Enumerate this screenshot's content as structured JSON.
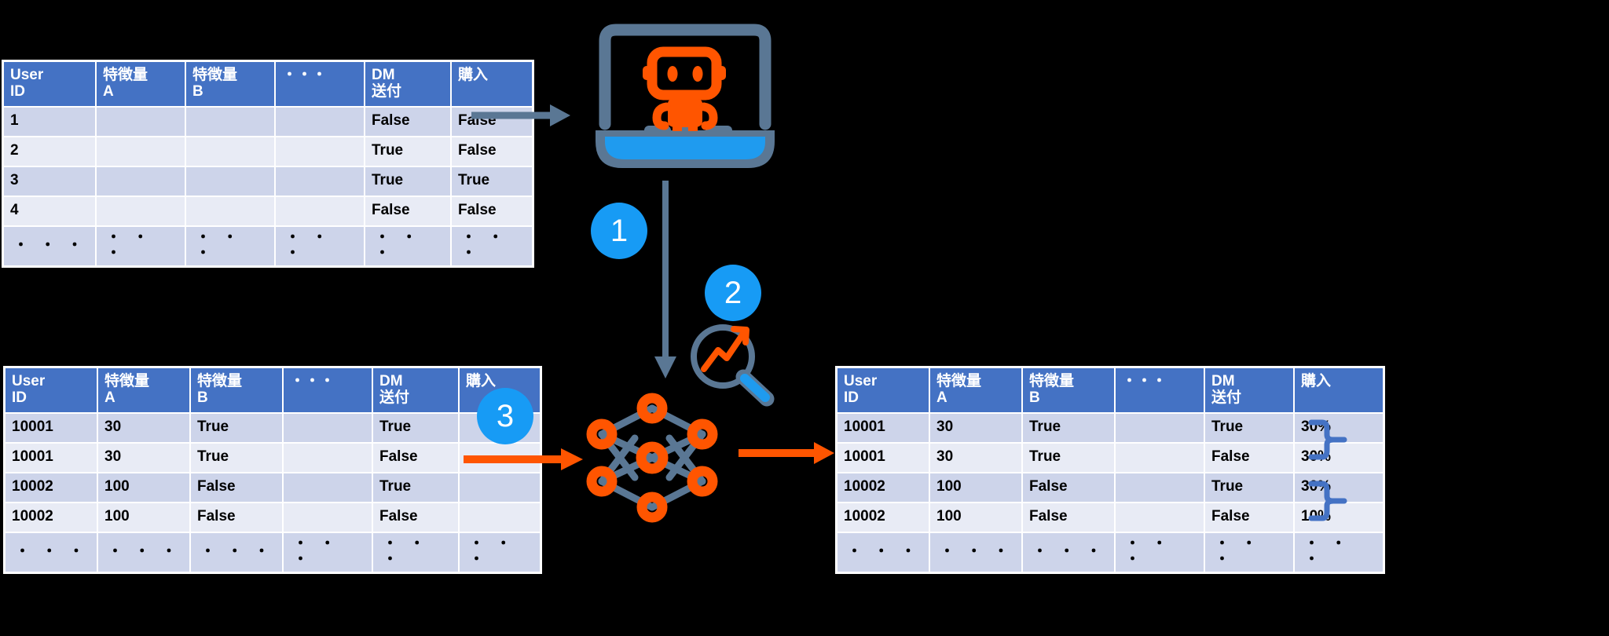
{
  "palette": {
    "background": "#000000",
    "header_blue": "#4472C4",
    "row_odd": "#CDD4EA",
    "row_even": "#E8EBF5",
    "accent_orange": "#FF5500",
    "accent_blue": "#179BF5",
    "slate": "#5A7794",
    "true_blue": "#0B57D0",
    "false_red": "#FF0000",
    "bracket_blue": "#4472C4"
  },
  "tables": {
    "source": {
      "name": "source-data-table",
      "columns": [
        "User\nID",
        "特徴量\nA",
        "特徴量\nB",
        "・・・",
        "DM\n送付",
        "購入"
      ],
      "rows": [
        {
          "cells": [
            "1",
            "",
            "",
            "",
            "False",
            "False"
          ],
          "styles": [
            "",
            "",
            "",
            "",
            "",
            ""
          ]
        },
        {
          "cells": [
            "2",
            "",
            "",
            "",
            "True",
            "False"
          ],
          "styles": [
            "",
            "",
            "",
            "",
            "",
            ""
          ]
        },
        {
          "cells": [
            "3",
            "",
            "",
            "",
            "True",
            "True"
          ],
          "styles": [
            "",
            "",
            "",
            "",
            "",
            ""
          ]
        },
        {
          "cells": [
            "4",
            "",
            "",
            "",
            "False",
            "False"
          ],
          "styles": [
            "",
            "",
            "",
            "",
            "",
            ""
          ]
        },
        {
          "cells": [
            "・ ・ ・",
            "・ ・ ・",
            "・ ・ ・",
            "・ ・ ・",
            "・ ・ ・",
            "・ ・ ・"
          ],
          "styles": [
            "",
            "",
            "",
            "",
            "",
            ""
          ]
        }
      ]
    },
    "counterfactual": {
      "name": "counterfactual-input-table",
      "columns": [
        "User\nID",
        "特徴量\nA",
        "特徴量\nB",
        "・・・",
        "DM\n送付",
        "購入"
      ],
      "rows": [
        {
          "cells": [
            "10001",
            "30",
            "True",
            "",
            "True",
            ""
          ],
          "styles": [
            "",
            "",
            "",
            "",
            "v-true",
            ""
          ]
        },
        {
          "cells": [
            "10001",
            "30",
            "True",
            "",
            "False",
            ""
          ],
          "styles": [
            "",
            "",
            "",
            "",
            "v-false",
            ""
          ]
        },
        {
          "cells": [
            "10002",
            "100",
            "False",
            "",
            "True",
            ""
          ],
          "styles": [
            "",
            "",
            "",
            "",
            "v-true",
            ""
          ]
        },
        {
          "cells": [
            "10002",
            "100",
            "False",
            "",
            "False",
            ""
          ],
          "styles": [
            "",
            "",
            "",
            "",
            "v-false",
            ""
          ]
        },
        {
          "cells": [
            "・ ・ ・",
            "・ ・ ・",
            "・ ・ ・",
            "・ ・ ・",
            "・ ・ ・",
            "・ ・ ・"
          ],
          "styles": [
            "",
            "",
            "",
            "",
            "",
            ""
          ]
        }
      ]
    },
    "predictions": {
      "name": "prediction-output-table",
      "columns": [
        "User\nID",
        "特徴量\nA",
        "特徴量\nB",
        "・・・",
        "DM\n送付",
        "購入"
      ],
      "rows": [
        {
          "cells": [
            "10001",
            "30",
            "True",
            "",
            "True",
            "30%"
          ],
          "styles": [
            "",
            "",
            "",
            "",
            "v-true",
            ""
          ]
        },
        {
          "cells": [
            "10001",
            "30",
            "True",
            "",
            "False",
            "30%"
          ],
          "styles": [
            "",
            "",
            "",
            "",
            "v-false",
            ""
          ]
        },
        {
          "cells": [
            "10002",
            "100",
            "False",
            "",
            "True",
            "30%"
          ],
          "styles": [
            "",
            "",
            "",
            "",
            "v-true",
            ""
          ]
        },
        {
          "cells": [
            "10002",
            "100",
            "False",
            "",
            "False",
            "10%"
          ],
          "styles": [
            "",
            "",
            "",
            "",
            "v-false",
            ""
          ]
        },
        {
          "cells": [
            "・ ・ ・",
            "・ ・ ・",
            "・ ・ ・",
            "・ ・ ・",
            "・ ・ ・",
            "・ ・ ・"
          ],
          "styles": [
            "",
            "",
            "",
            "",
            "",
            ""
          ]
        }
      ]
    }
  },
  "steps": [
    {
      "label": "1",
      "name": "step-badge-1"
    },
    {
      "label": "2",
      "name": "step-badge-2"
    },
    {
      "label": "3",
      "name": "step-badge-3"
    }
  ],
  "icons": {
    "laptop_robot": "laptop-robot-icon",
    "neural_network": "neural-network-icon",
    "magnifier_chart": "magnifier-chart-icon",
    "pair_brackets": "pair-brackets"
  },
  "arrows": [
    {
      "name": "arrow-source-to-model",
      "color": "#5A7794",
      "direction": "right"
    },
    {
      "name": "arrow-model-to-nn",
      "color": "#5A7794",
      "direction": "down"
    },
    {
      "name": "arrow-step3-to-nn",
      "color": "#FF5500",
      "direction": "right"
    },
    {
      "name": "arrow-nn-to-predictions",
      "color": "#FF5500",
      "direction": "right"
    }
  ]
}
